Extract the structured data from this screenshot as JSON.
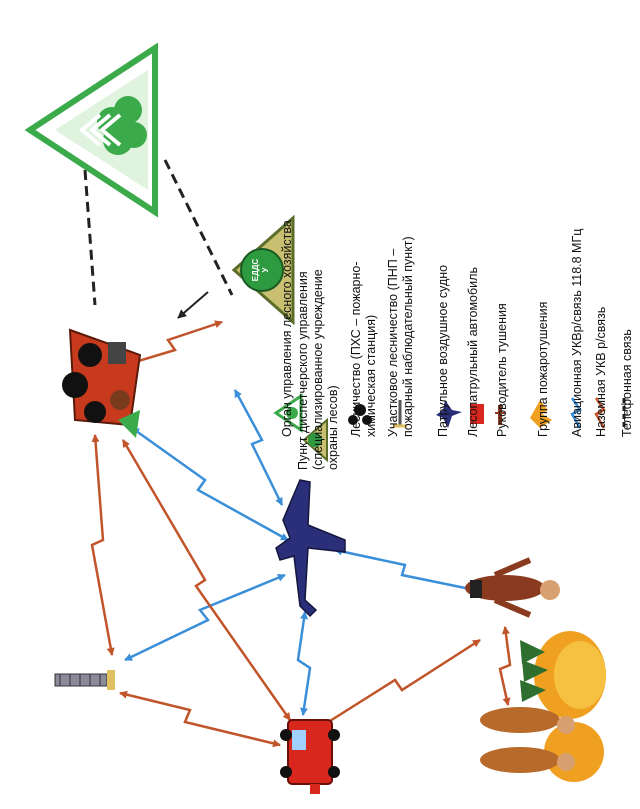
{
  "legend": [
    {
      "label": "Орган управления лесного хозяйства"
    },
    {
      "label": "Пункт диспетчерского управления (специализированное учреждение охраны лесов)"
    },
    {
      "label": "Лесничество (ПХС – пожарно-химическая станция)"
    },
    {
      "label": "Участковое лесничество (ПНП – пожарный наблюдательный пункт)"
    },
    {
      "label": "Патрульное воздушное судно"
    },
    {
      "label": "Лесопатрульный автомобиль"
    },
    {
      "label": "Руководитель тушения"
    },
    {
      "label": "Группа пожаротушения"
    },
    {
      "label": "Авиационная УКВр/связь 118.8 МГц"
    },
    {
      "label": "Наземная УКВ р/связь"
    },
    {
      "label": "Телефонная связь"
    }
  ],
  "legend_lines": [
    "Орган управления лесного хозяйства",
    "Пункт диспетчерского управления",
    "(специализированное учреждение",
    "охраны лесов)",
    "Лесничество (ПХС – пожарно-",
    "химическая станция)",
    "Участковое лесничество (ПНП –",
    "пожарный наблюдательный пункт)",
    "Патрульное воздушное судно",
    "Лесопатрульный автомобиль",
    "Руководитель тушения",
    "Группа пожаротушения",
    "Авиационная УКВр/связь 118.8 МГц",
    "Наземная УКВ р/связь",
    "Телефонная связь"
  ],
  "dispatch_badge": {
    "top": "ЕДДС",
    "bottom": "У"
  },
  "colors": {
    "air_radio": "#3a8fd8",
    "ground_radio": "#c2542a",
    "phone": "#222222",
    "forestry_green": "#3aaa4a",
    "dispatch_green": "#2e8b3e",
    "fire": "#f0a020",
    "vehicle": "#d8281e",
    "aircraft": "#2b2f7a"
  },
  "icons": {
    "forestry_management": "tree-triangle-icon",
    "dispatch_point": "dispatch-triangle-icon",
    "forestry_station": "fire-station-icon",
    "observation_tower": "tower-icon",
    "patrol_aircraft": "aircraft-icon",
    "patrol_vehicle": "fire-truck-icon",
    "fire_chief": "firefighter-icon",
    "firefighting_group": "fire-group-icon",
    "air_radio": "blue-lightning-icon",
    "ground_radio": "orange-lightning-icon",
    "phone_link": "dashed-line-icon"
  }
}
